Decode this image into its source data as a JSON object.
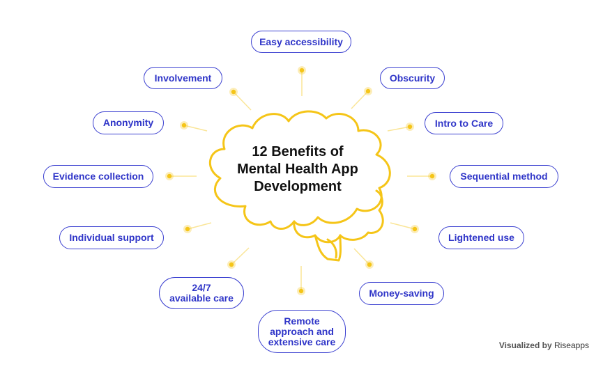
{
  "diagram": {
    "title": "12 Benefits of\nMental Health App\nDevelopment",
    "colors": {
      "accent": "#f5c518",
      "pill_border": "#3a3fd0",
      "pill_text": "#2f35c8"
    },
    "benefits": [
      "Easy accessibility",
      "Obscurity",
      "Intro to Care",
      "Sequential method",
      "Lightened use",
      "Money-saving",
      "Remote\napproach and\nextensive care",
      "24/7\navailable care",
      "Individual support",
      "Evidence collection",
      "Anonymity",
      "Involvement"
    ]
  },
  "credit": {
    "prefix": "Visualized by",
    "brand": "Riseapps"
  }
}
